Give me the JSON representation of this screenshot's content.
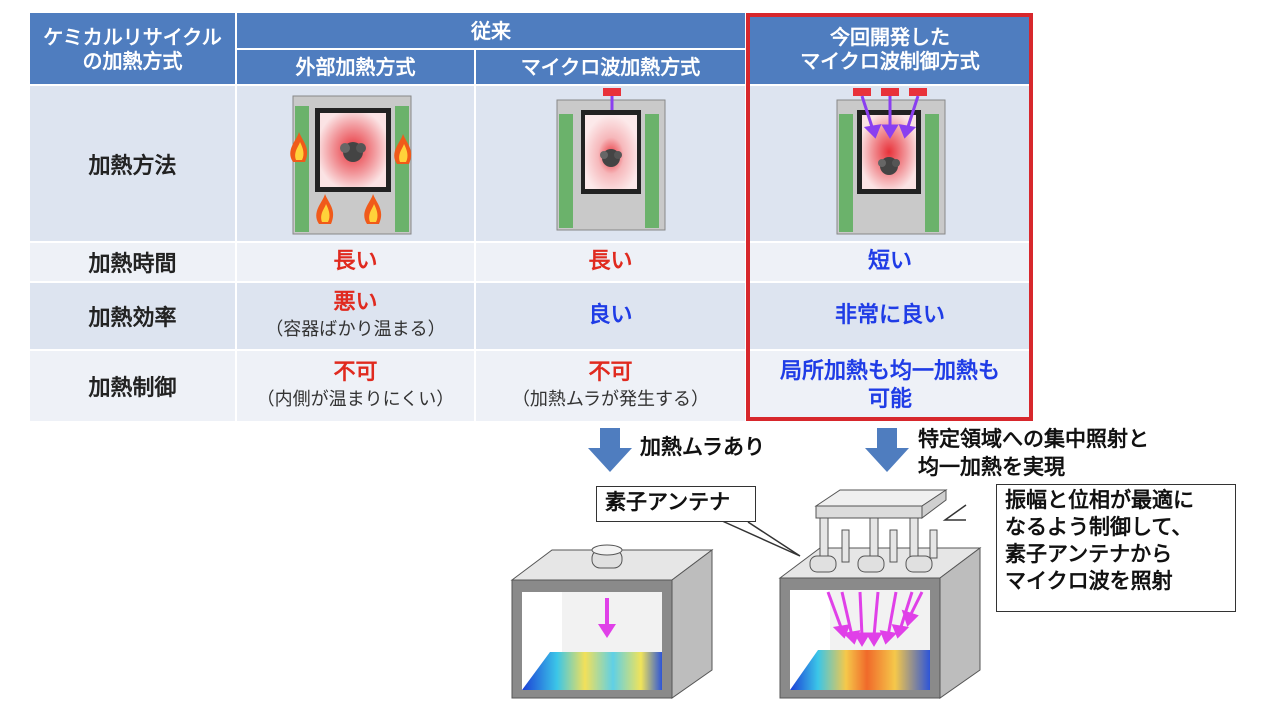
{
  "header": {
    "method_label": [
      "ケミカルリサイクル",
      "の加熱方式"
    ],
    "conventional_group": "従来",
    "col_external": "外部加熱方式",
    "col_microwave": "マイクロ波加熱方式",
    "col_new": [
      "今回開発した",
      "マイクロ波制御方式"
    ]
  },
  "rows": {
    "heating_method": {
      "label": "加熱方法"
    },
    "heating_time": {
      "label": "加熱時間",
      "external": "長い",
      "microwave": "長い",
      "new": "短い"
    },
    "efficiency": {
      "label": "加熱効率",
      "external": "悪い",
      "external_note": "（容器ばかり温まる）",
      "microwave": "良い",
      "new": "非常に良い"
    },
    "control": {
      "label": "加熱制御",
      "external": "不可",
      "external_note": "（内側が温まりにくい）",
      "microwave": "不可",
      "microwave_note": "（加熱ムラが発生する）",
      "new": [
        "局所加熱も均一加熱も",
        "可能"
      ]
    }
  },
  "bottom": {
    "left_result": "加熱ムラあり",
    "right_result": [
      "特定領域への集中照射と",
      "均一加熱を実現"
    ],
    "antenna_callout": "素子アンテナ",
    "control_callout": [
      "振幅と位相が最適に",
      "なるよう制御して、",
      "素子アンテナから",
      "マイクロ波を照射"
    ]
  },
  "colors": {
    "header_blue": "#4f7dbf",
    "row_light": "#dde4f0",
    "row_lighter": "#eef1f7",
    "highlight_red": "#d7272c",
    "text_red": "#e02a1f",
    "text_blue": "#1f3ce6",
    "arrow_blue": "#4f7dbf",
    "microwave_magenta": "#e040e8"
  },
  "icons": [
    "flame-icon",
    "down-arrow-icon",
    "microwave-arrow-icon",
    "antenna-icon"
  ]
}
